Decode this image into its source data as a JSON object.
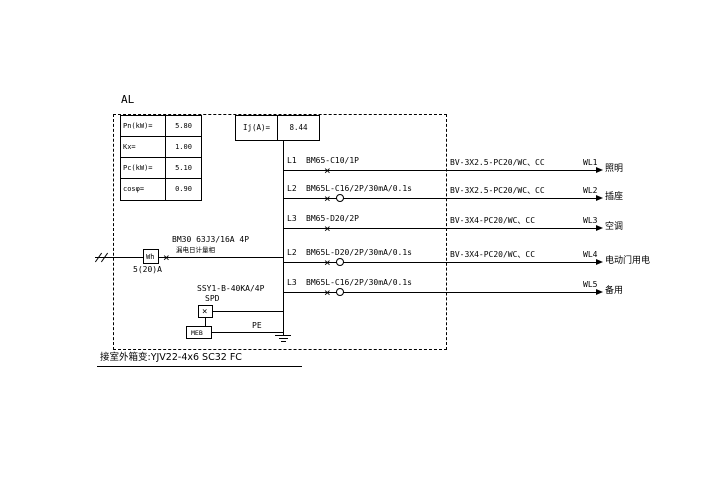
{
  "drawing": {
    "panel_title": "AL",
    "load_table": {
      "rows": [
        {
          "label": "Pn(kW)=",
          "value": "5.80"
        },
        {
          "label": "Kx=",
          "value": "1.00"
        },
        {
          "label": "Pc(kW)=",
          "value": "5.10"
        },
        {
          "label": "cosφ=",
          "value": "0.90"
        }
      ]
    },
    "current_box": {
      "label": "Ij(A)=",
      "value": "8.44"
    },
    "incoming": {
      "meter_label": "Wh",
      "meter_rating": "5(20)A",
      "main_breaker": "BM30 63J3/16A 4P",
      "meter_note": "漏电日计量相",
      "feeder_note": "接室外箱变:YJV22-4x6 SC32 FC"
    },
    "spd": {
      "model": "SSY1-B-40KA/4P",
      "label": "SPD",
      "meb_label": "MEB",
      "pe_label": "PE"
    },
    "circuits": [
      {
        "phase": "L1",
        "breaker": "BM65-C10/1P",
        "cable": "BV-3X2.5-PC20/WC、CC",
        "wire_id": "WL1",
        "load": "照明"
      },
      {
        "phase": "L2",
        "breaker": "BM65L-C16/2P/30mA/0.1s",
        "cable": "BV-3X2.5-PC20/WC、CC",
        "wire_id": "WL2",
        "load": "插座"
      },
      {
        "phase": "L3",
        "breaker": "BM65-D20/2P",
        "cable": "BV-3X4-PC20/WC、CC",
        "wire_id": "WL3",
        "load": "空调"
      },
      {
        "phase": "L2",
        "breaker": "BM65L-D20/2P/30mA/0.1s",
        "cable": "BV-3X4-PC20/WC、CC",
        "wire_id": "WL4",
        "load": "电动门用电"
      },
      {
        "phase": "L3",
        "breaker": "BM65L-C16/2P/30mA/0.1s",
        "cable": "",
        "wire_id": "WL5",
        "load": "备用"
      }
    ]
  }
}
